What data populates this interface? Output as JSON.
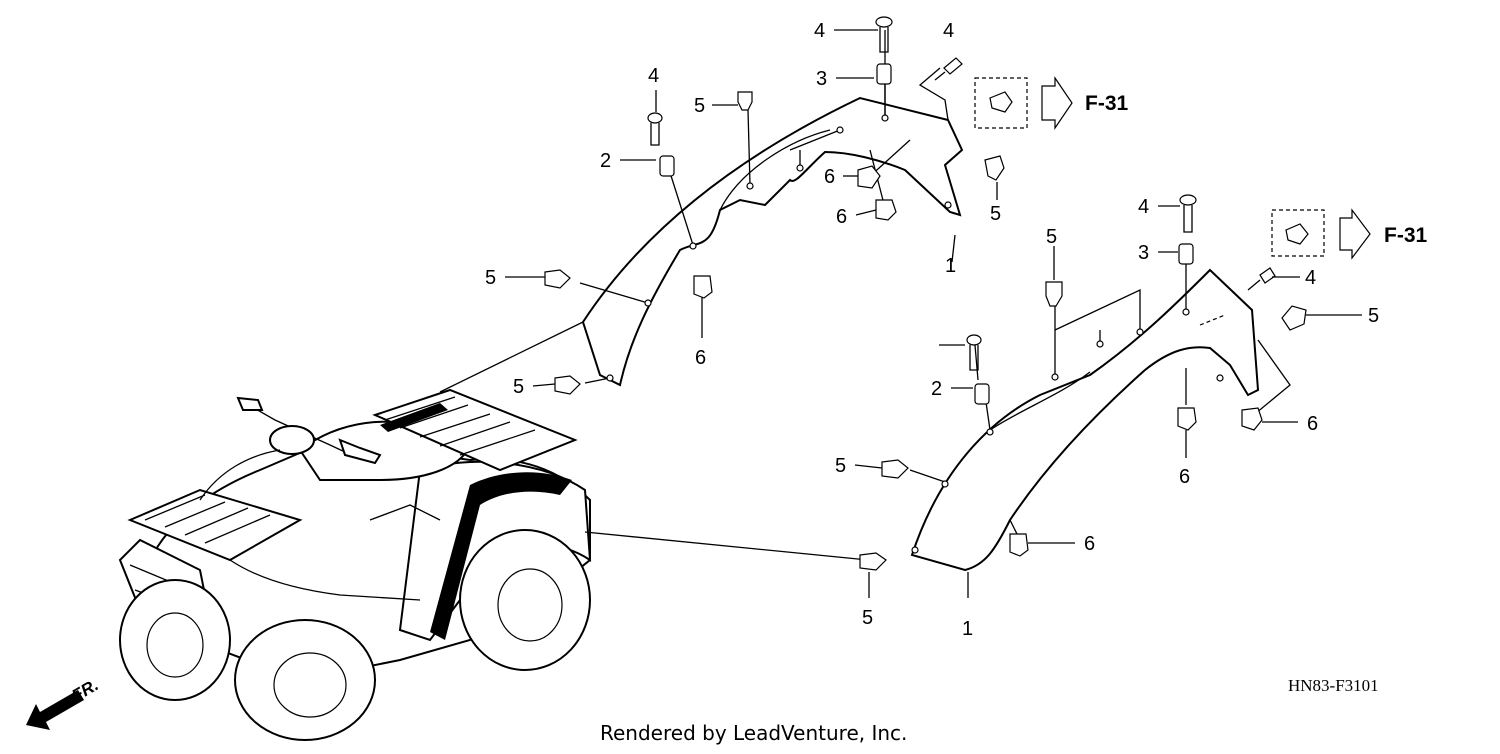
{
  "diagram": {
    "code": "HN83-F3101",
    "credit": "Rendered by LeadVenture, Inc.",
    "front_label": "FR.",
    "ref_labels": [
      "F-31",
      "F-31"
    ],
    "callouts": {
      "c1a": "1",
      "c1b": "1",
      "c2a": "2",
      "c2b": "2",
      "c3a": "3",
      "c3b": "3",
      "c4a": "4",
      "c4b": "4",
      "c4c": "4",
      "c4d": "4",
      "c4e": "4",
      "c5a": "5",
      "c5b": "5",
      "c5c": "5",
      "c5d": "5",
      "c5e": "5",
      "c5f": "5",
      "c5g": "5",
      "c5h": "5",
      "c6a": "6",
      "c6b": "6",
      "c6c": "6",
      "c6d": "6",
      "c6e": "6",
      "c6f": "6"
    }
  }
}
